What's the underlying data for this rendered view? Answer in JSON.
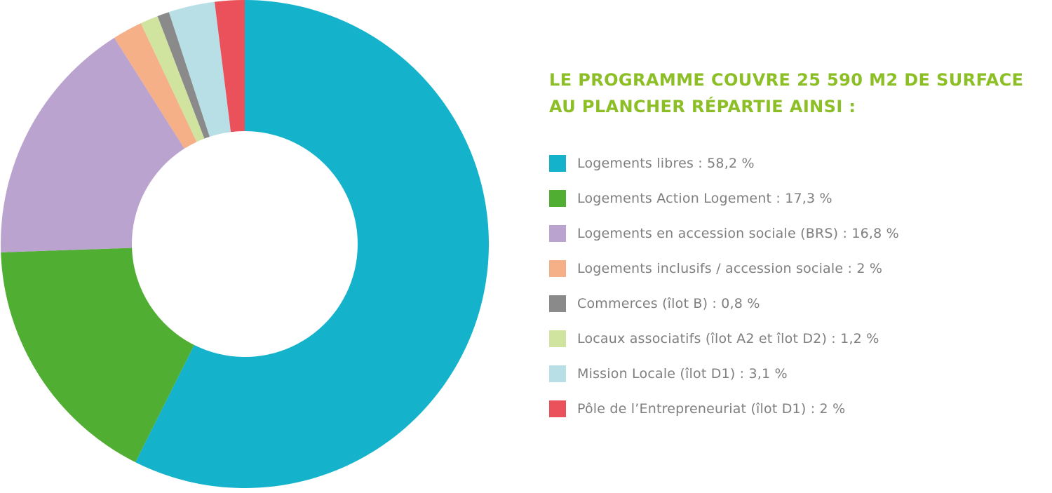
{
  "chart_data": {
    "type": "pie",
    "title_lines": [
      "LE PROGRAMME COUVRE 25 590 M2 DE SURFACE",
      "AU PLANCHER RÉPARTIE AINSI :"
    ],
    "legend_position": "right",
    "slices": [
      {
        "label": "Logements libres : 58,2 %",
        "value": 58.2,
        "color": "#14b3cb"
      },
      {
        "label": "Logements Action Logement : 17,3 %",
        "value": 17.3,
        "color": "#50ae32"
      },
      {
        "label": "Logements en accession sociale (BRS) : 16,8 %",
        "value": 16.8,
        "color": "#bba3cf"
      },
      {
        "label": "Logements inclusifs / accession sociale : 2 %",
        "value": 2,
        "color": "#f6b088"
      },
      {
        "label": "Locaux associatifs (îlot A2 et îlot D2) : 1,2 %",
        "value": 1.2,
        "color": "#d0e4a0"
      },
      {
        "label": "Commerces (îlot B) : 0,8 %",
        "value": 0.8,
        "color": "#8a8a8a"
      },
      {
        "label": "Mission Locale (îlot D1) : 3,1 %",
        "value": 3.1,
        "color": "#b8dfe6"
      },
      {
        "label": "Pôle de l’Entrepreneuriat (îlot D1) : 2 %",
        "value": 2,
        "color": "#ea515a"
      }
    ],
    "legend_order": [
      0,
      1,
      2,
      3,
      5,
      4,
      6,
      7
    ]
  }
}
